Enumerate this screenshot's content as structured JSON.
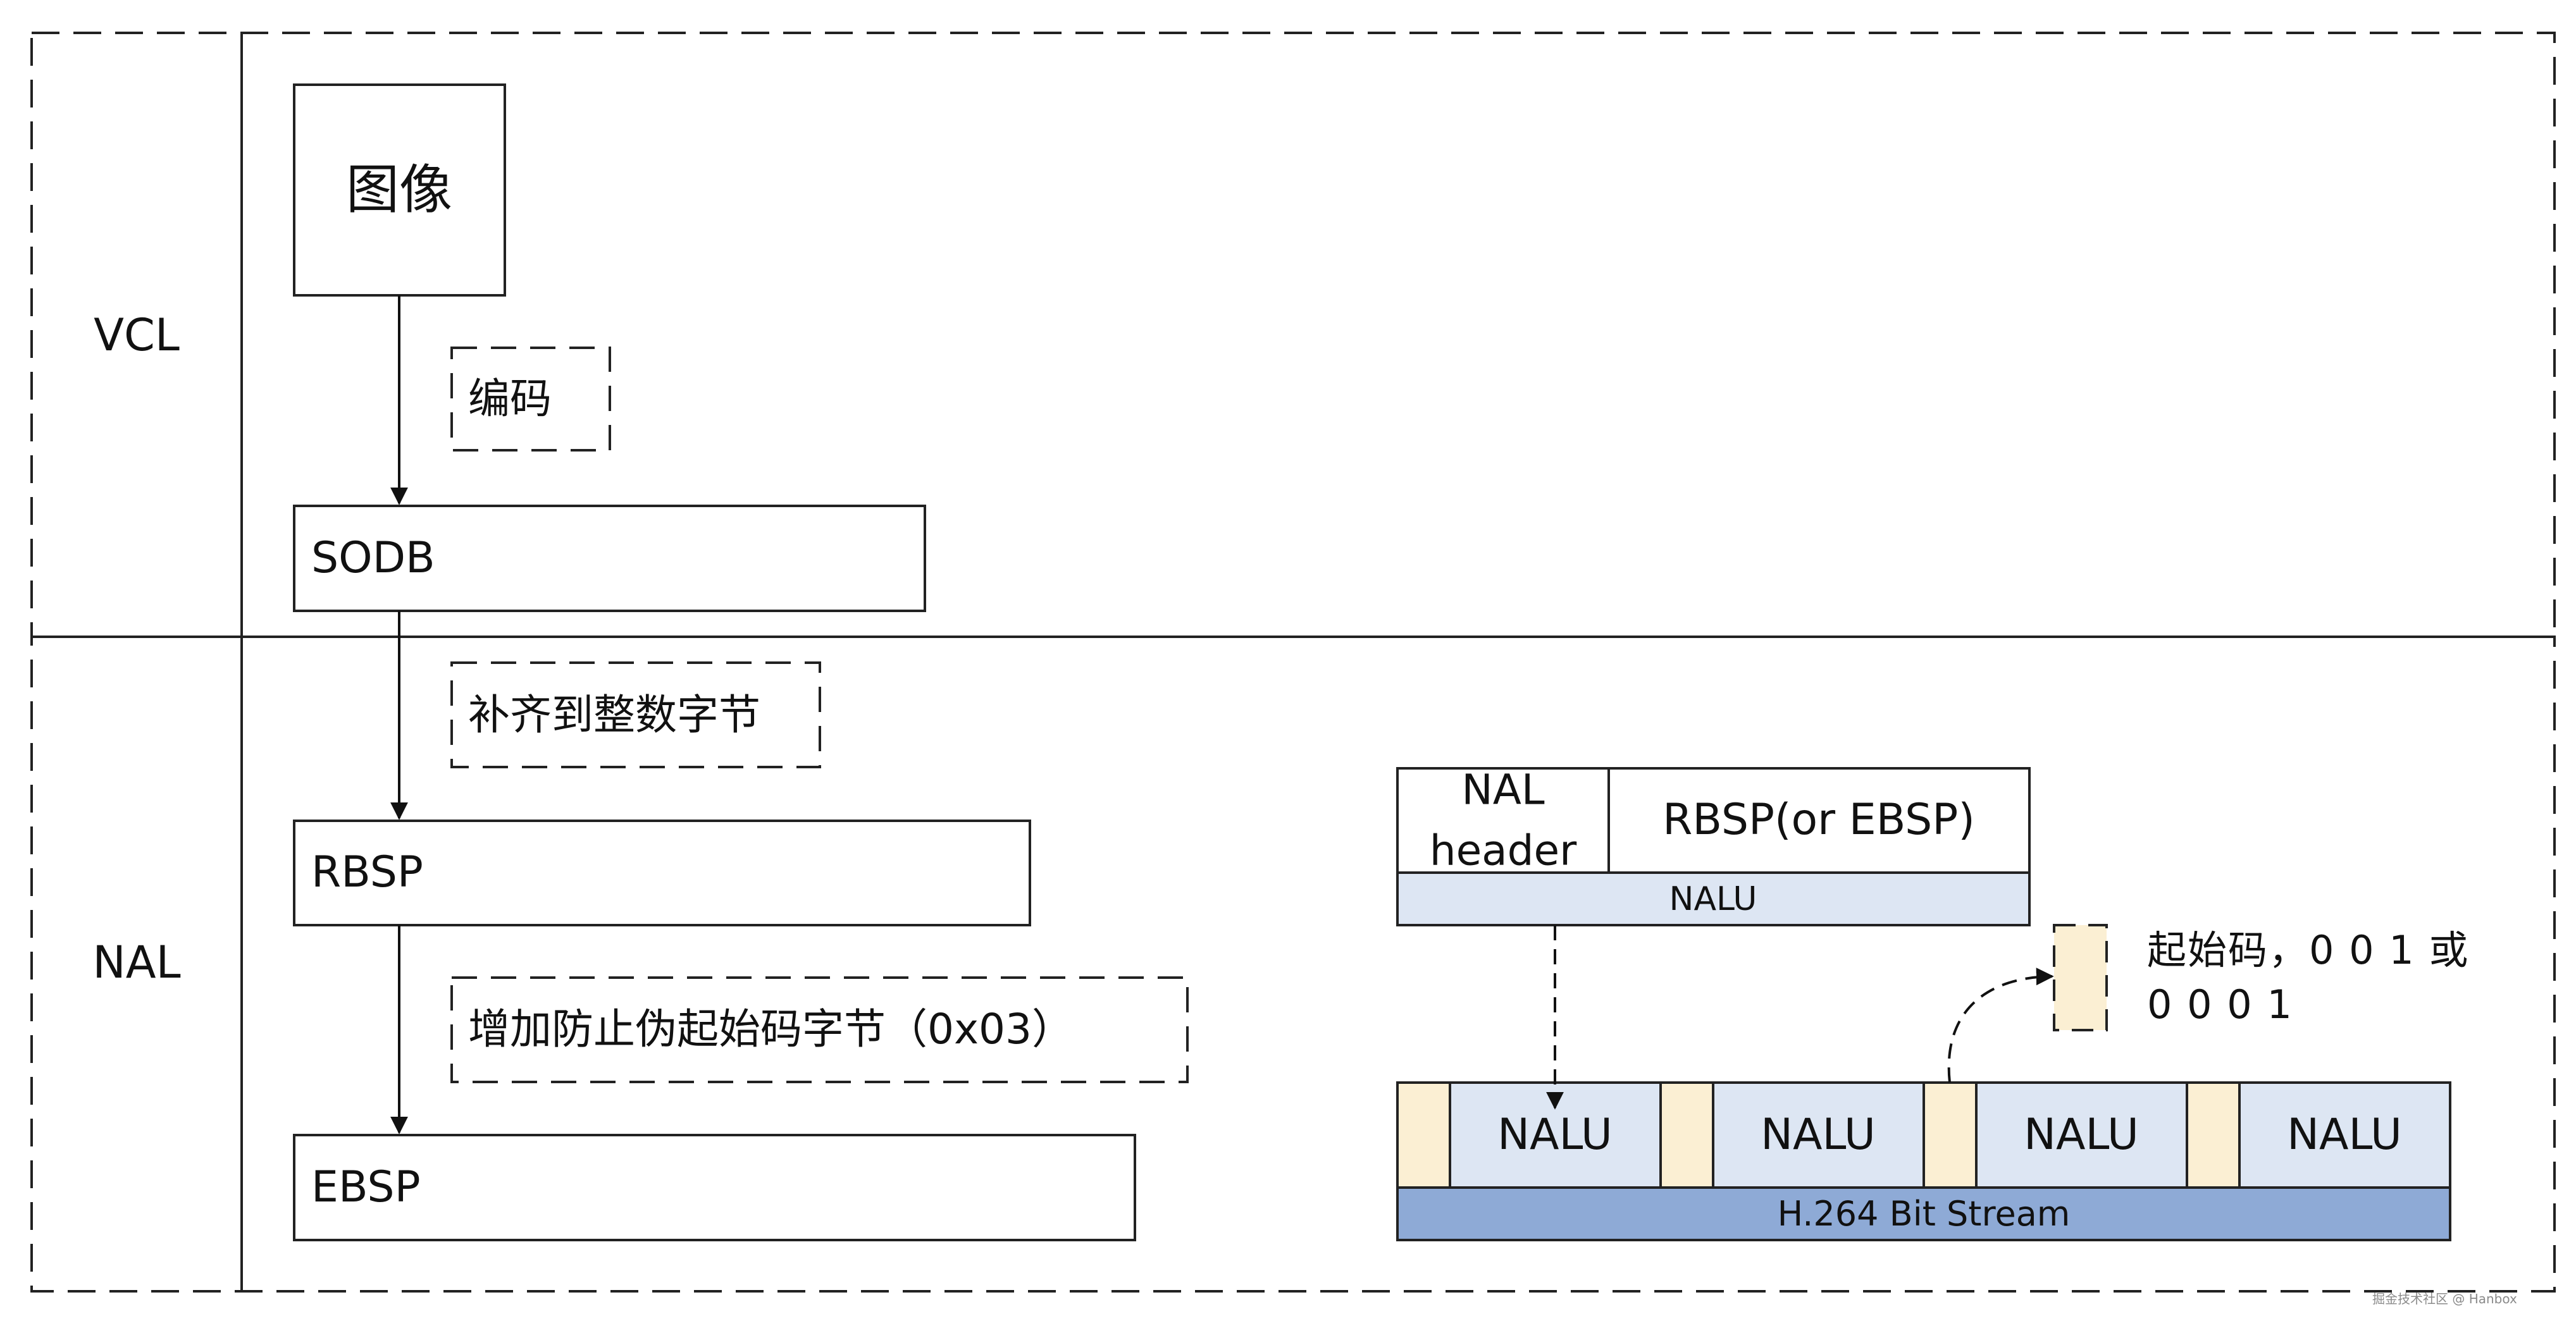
{
  "layers": {
    "vcl": "VCL",
    "nal": "NAL"
  },
  "flow": {
    "image_box": "图像",
    "encode_note": "编码",
    "sodb_box": "SODB",
    "pad_note": "补齐到整数字节",
    "rbsp_box": "RBSP",
    "emulation_note": "增加防止伪起始码字节（0x03）",
    "ebsp_box": "EBSP"
  },
  "nalu_structure": {
    "header_line1": "NAL",
    "header_line2": "header",
    "payload": "RBSP(or EBSP)",
    "label": "NALU"
  },
  "start_code_legend": {
    "line1": "起始码，0 0 1 或",
    "line2": "0 0 0 1"
  },
  "bitstream": {
    "units": [
      "NALU",
      "NALU",
      "NALU",
      "NALU"
    ],
    "label": "H.264 Bit Stream"
  },
  "watermark": "掘金技术社区 @ Hanbox",
  "colors": {
    "nalu_fill": "#dde6f3",
    "start_code_fill": "#fbefd3",
    "bitstream_fill": "#8eaad6",
    "line": "#111111"
  }
}
